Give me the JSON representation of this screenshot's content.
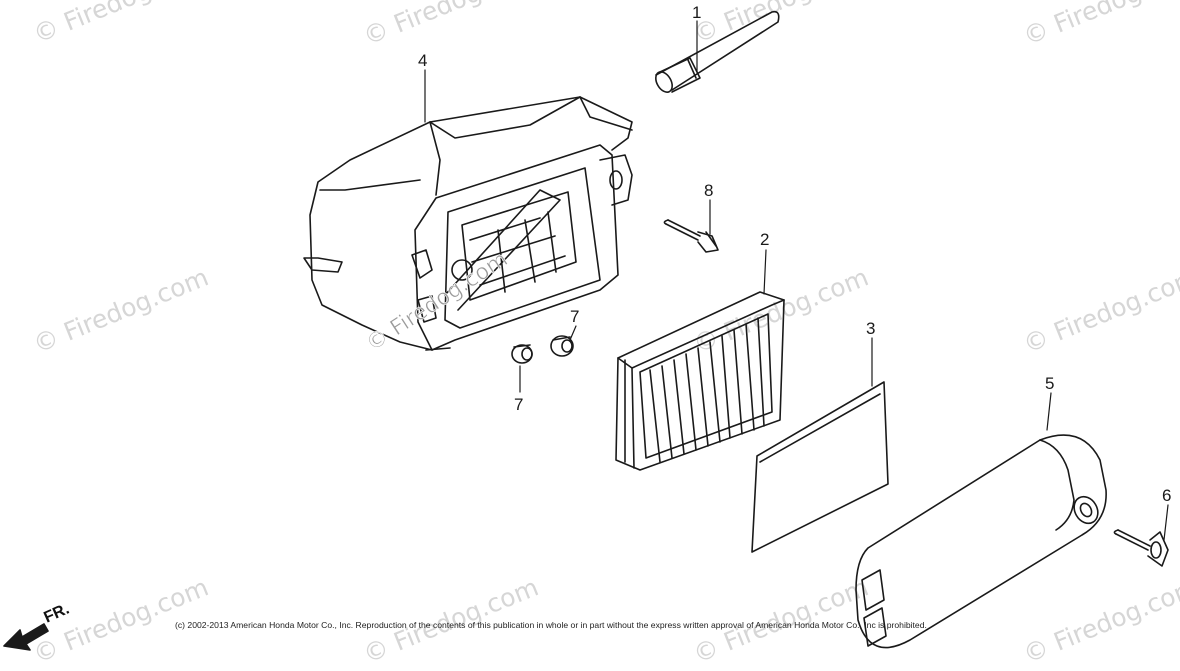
{
  "watermark": {
    "text": "© Firedog.com",
    "inline_text": "© Firedog.com"
  },
  "callouts": [
    "1",
    "2",
    "3",
    "4",
    "5",
    "6",
    "7",
    "7",
    "8"
  ],
  "direction_label": "FR.",
  "copyright": "(c) 2002-2013 American Honda Motor Co., Inc. Reproduction of the contents of this publication in whole or in part without the express written approval of American Honda Motor Co., Inc is prohibited."
}
